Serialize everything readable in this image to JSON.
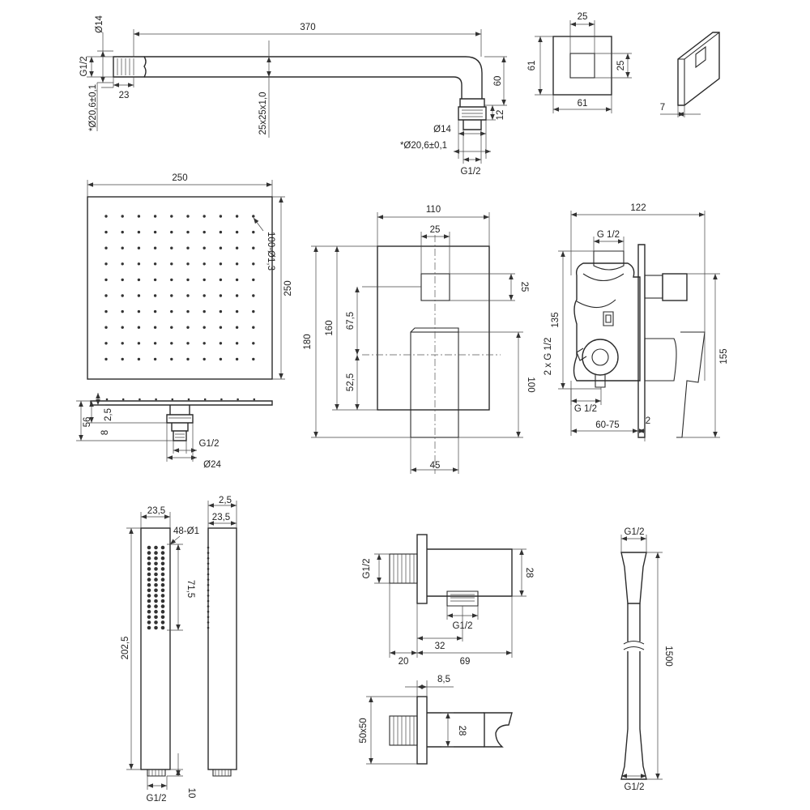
{
  "arm": {
    "len": "370",
    "d14a": "Ø14",
    "g12a": "G1/2",
    "d20a": "*Ø20,6±0,1",
    "l23": "23",
    "sect": "25x25x1,0",
    "h60": "60",
    "h12": "12",
    "d14b": "Ø14",
    "d20b": "*Ø20,6±0,1",
    "g12b": "G1/2"
  },
  "flange": {
    "w25": "25",
    "h61": "61",
    "h25": "25",
    "w61": "61",
    "t7": "7"
  },
  "head": {
    "w250": "250",
    "h250": "250",
    "nozzles": "100-Ø1,3",
    "s25": "2,5",
    "s8": "8",
    "s56": "56",
    "g12": "G1/2",
    "d24": "Ø24"
  },
  "mixer": {
    "w110": "110",
    "w25": "25",
    "h25": "25",
    "h180": "180",
    "h160": "160",
    "h675": "67,5",
    "h525": "52,5",
    "h100": "100",
    "w45": "45"
  },
  "valve": {
    "w122": "122",
    "g12t": "G 1/2",
    "h135": "135",
    "h155": "155",
    "g2x": "2 x G 1/2",
    "g12b": "G 1/2",
    "d6075": "60-75",
    "d2": "2"
  },
  "hand": {
    "w235a": "23,5",
    "w25": "2,5",
    "w235b": "23,5",
    "nozzles": "48-Ø1",
    "h715": "71,5",
    "h2025": "202,5",
    "g12": "G1/2",
    "h10": "10"
  },
  "elbow": {
    "g12l": "G1/2",
    "h28": "28",
    "g12o": "G1/2",
    "w32": "32",
    "w20": "20",
    "w69": "69"
  },
  "holder": {
    "w85": "8,5",
    "sq": "50x50",
    "h28": "28"
  },
  "hose": {
    "g12t": "G1/2",
    "len": "1500",
    "g12b": "G1/2"
  }
}
